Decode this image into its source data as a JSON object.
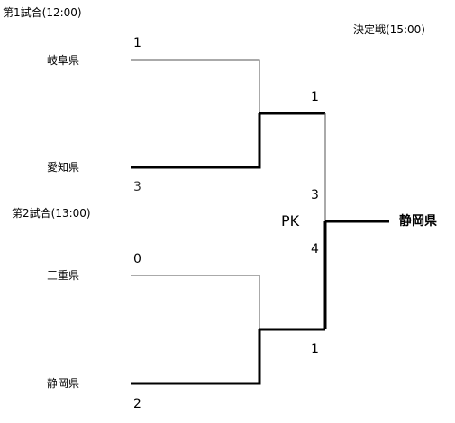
{
  "match1": {
    "title": "第1試合(12:00)",
    "team_top": "岐阜県",
    "team_bottom": "愛知県",
    "score_top": "1",
    "score_bottom": "3"
  },
  "match2": {
    "title": "第2試合(13:00)",
    "team_top": "三重県",
    "team_bottom": "静岡県",
    "score_top": "0",
    "score_bottom": "2"
  },
  "final": {
    "title": "決定戦(15:00)",
    "score_top": "1",
    "score_bottom": "1",
    "pk_label": "PK",
    "pk_top": "3",
    "pk_bottom": "4",
    "winner": "静岡県"
  },
  "colors": {
    "line": "#000000",
    "thin_line": "#555555"
  }
}
